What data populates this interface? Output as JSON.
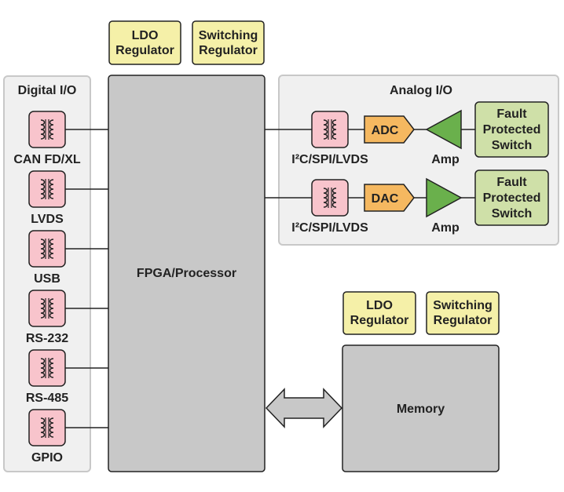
{
  "colors": {
    "regulator_fill": "#f5f0a8",
    "panel_fill": "#f0f0f0",
    "block_fill": "#c8c8c8",
    "isolator_fill": "#f8c4cc",
    "converter_fill": "#f5b860",
    "amp_fill": "#6ab04c",
    "fault_switch_fill": "#cfe0a8",
    "line": "#222222"
  },
  "top_regulators": {
    "ldo": [
      "LDO",
      "Regulator"
    ],
    "switching": [
      "Switching",
      "Regulator"
    ]
  },
  "memory_regulators": {
    "ldo": [
      "LDO",
      "Regulator"
    ],
    "switching": [
      "Switching",
      "Regulator"
    ]
  },
  "digital_io": {
    "title": "Digital I/O",
    "icon": "transformer-icon",
    "items": [
      "CAN FD/XL",
      "LVDS",
      "USB",
      "RS-232",
      "RS-485",
      "GPIO"
    ]
  },
  "fpga": {
    "label": "FPGA/Processor"
  },
  "analog_io": {
    "title": "Analog I/O",
    "channels": [
      {
        "interface": "I²C/SPI/LVDS",
        "converter": "ADC",
        "amp": "Amp",
        "switch": [
          "Fault",
          "Protected",
          "Switch"
        ]
      },
      {
        "interface": "I²C/SPI/LVDS",
        "converter": "DAC",
        "amp": "Amp",
        "switch": [
          "Fault",
          "Protected",
          "Switch"
        ]
      }
    ]
  },
  "memory": {
    "label": "Memory"
  }
}
